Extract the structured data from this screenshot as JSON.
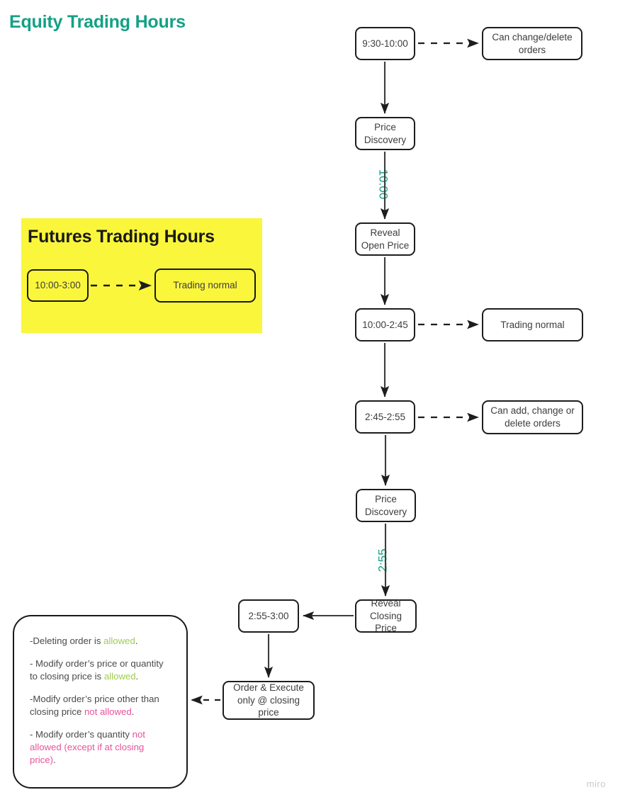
{
  "page": {
    "title": "Equity Trading Hours",
    "watermark": "miro",
    "accent_teal": "#14A085",
    "accent_yellow": "#FAF63C",
    "allowed_green": "#9FCC4E",
    "notallowed_pink": "#E8529B"
  },
  "futures": {
    "title": "Futures Trading Hours",
    "time_node": "10:00-3:00",
    "result_node": "Trading normal"
  },
  "equity_flow": {
    "nodes": {
      "session1": "9:30-10:00",
      "session1_note": "Can change/delete orders",
      "price_discovery_1": "Price Discovery",
      "reveal_open": "Reveal\nOpen Price",
      "reveal_open_line1": "Reveal",
      "reveal_open_line2": "Open Price",
      "session2": "10:00-2:45",
      "session2_note": "Trading normal",
      "session3": "2:45-2:55",
      "session3_note": "Can add, change or delete orders",
      "price_discovery_2": "Price Discovery",
      "reveal_close_line1": "Reveal",
      "reveal_close_line2": "Closing Price",
      "session4": "2:55-3:00",
      "order_execute_line1": "Order & Execute",
      "order_execute_line2": "only @ closing price"
    },
    "edge_labels": {
      "open_auction_time": "10:00",
      "close_auction_time": "2:55"
    }
  },
  "notes": {
    "items": [
      {
        "pre": "-Deleting order is ",
        "hl": "allowed",
        "hl_kind": "ok",
        "post": "."
      },
      {
        "pre": "- Modify order’s price or quantity to closing price is ",
        "hl": "allowed",
        "hl_kind": "ok",
        "post": "."
      },
      {
        "pre": "-Modify order’s price other than closing price ",
        "hl": "not allowed",
        "hl_kind": "bad",
        "post": "."
      },
      {
        "pre": "- Modify order’s quantity ",
        "hl": "not allowed (except if at closing price)",
        "hl_kind": "bad",
        "post": "."
      }
    ]
  }
}
